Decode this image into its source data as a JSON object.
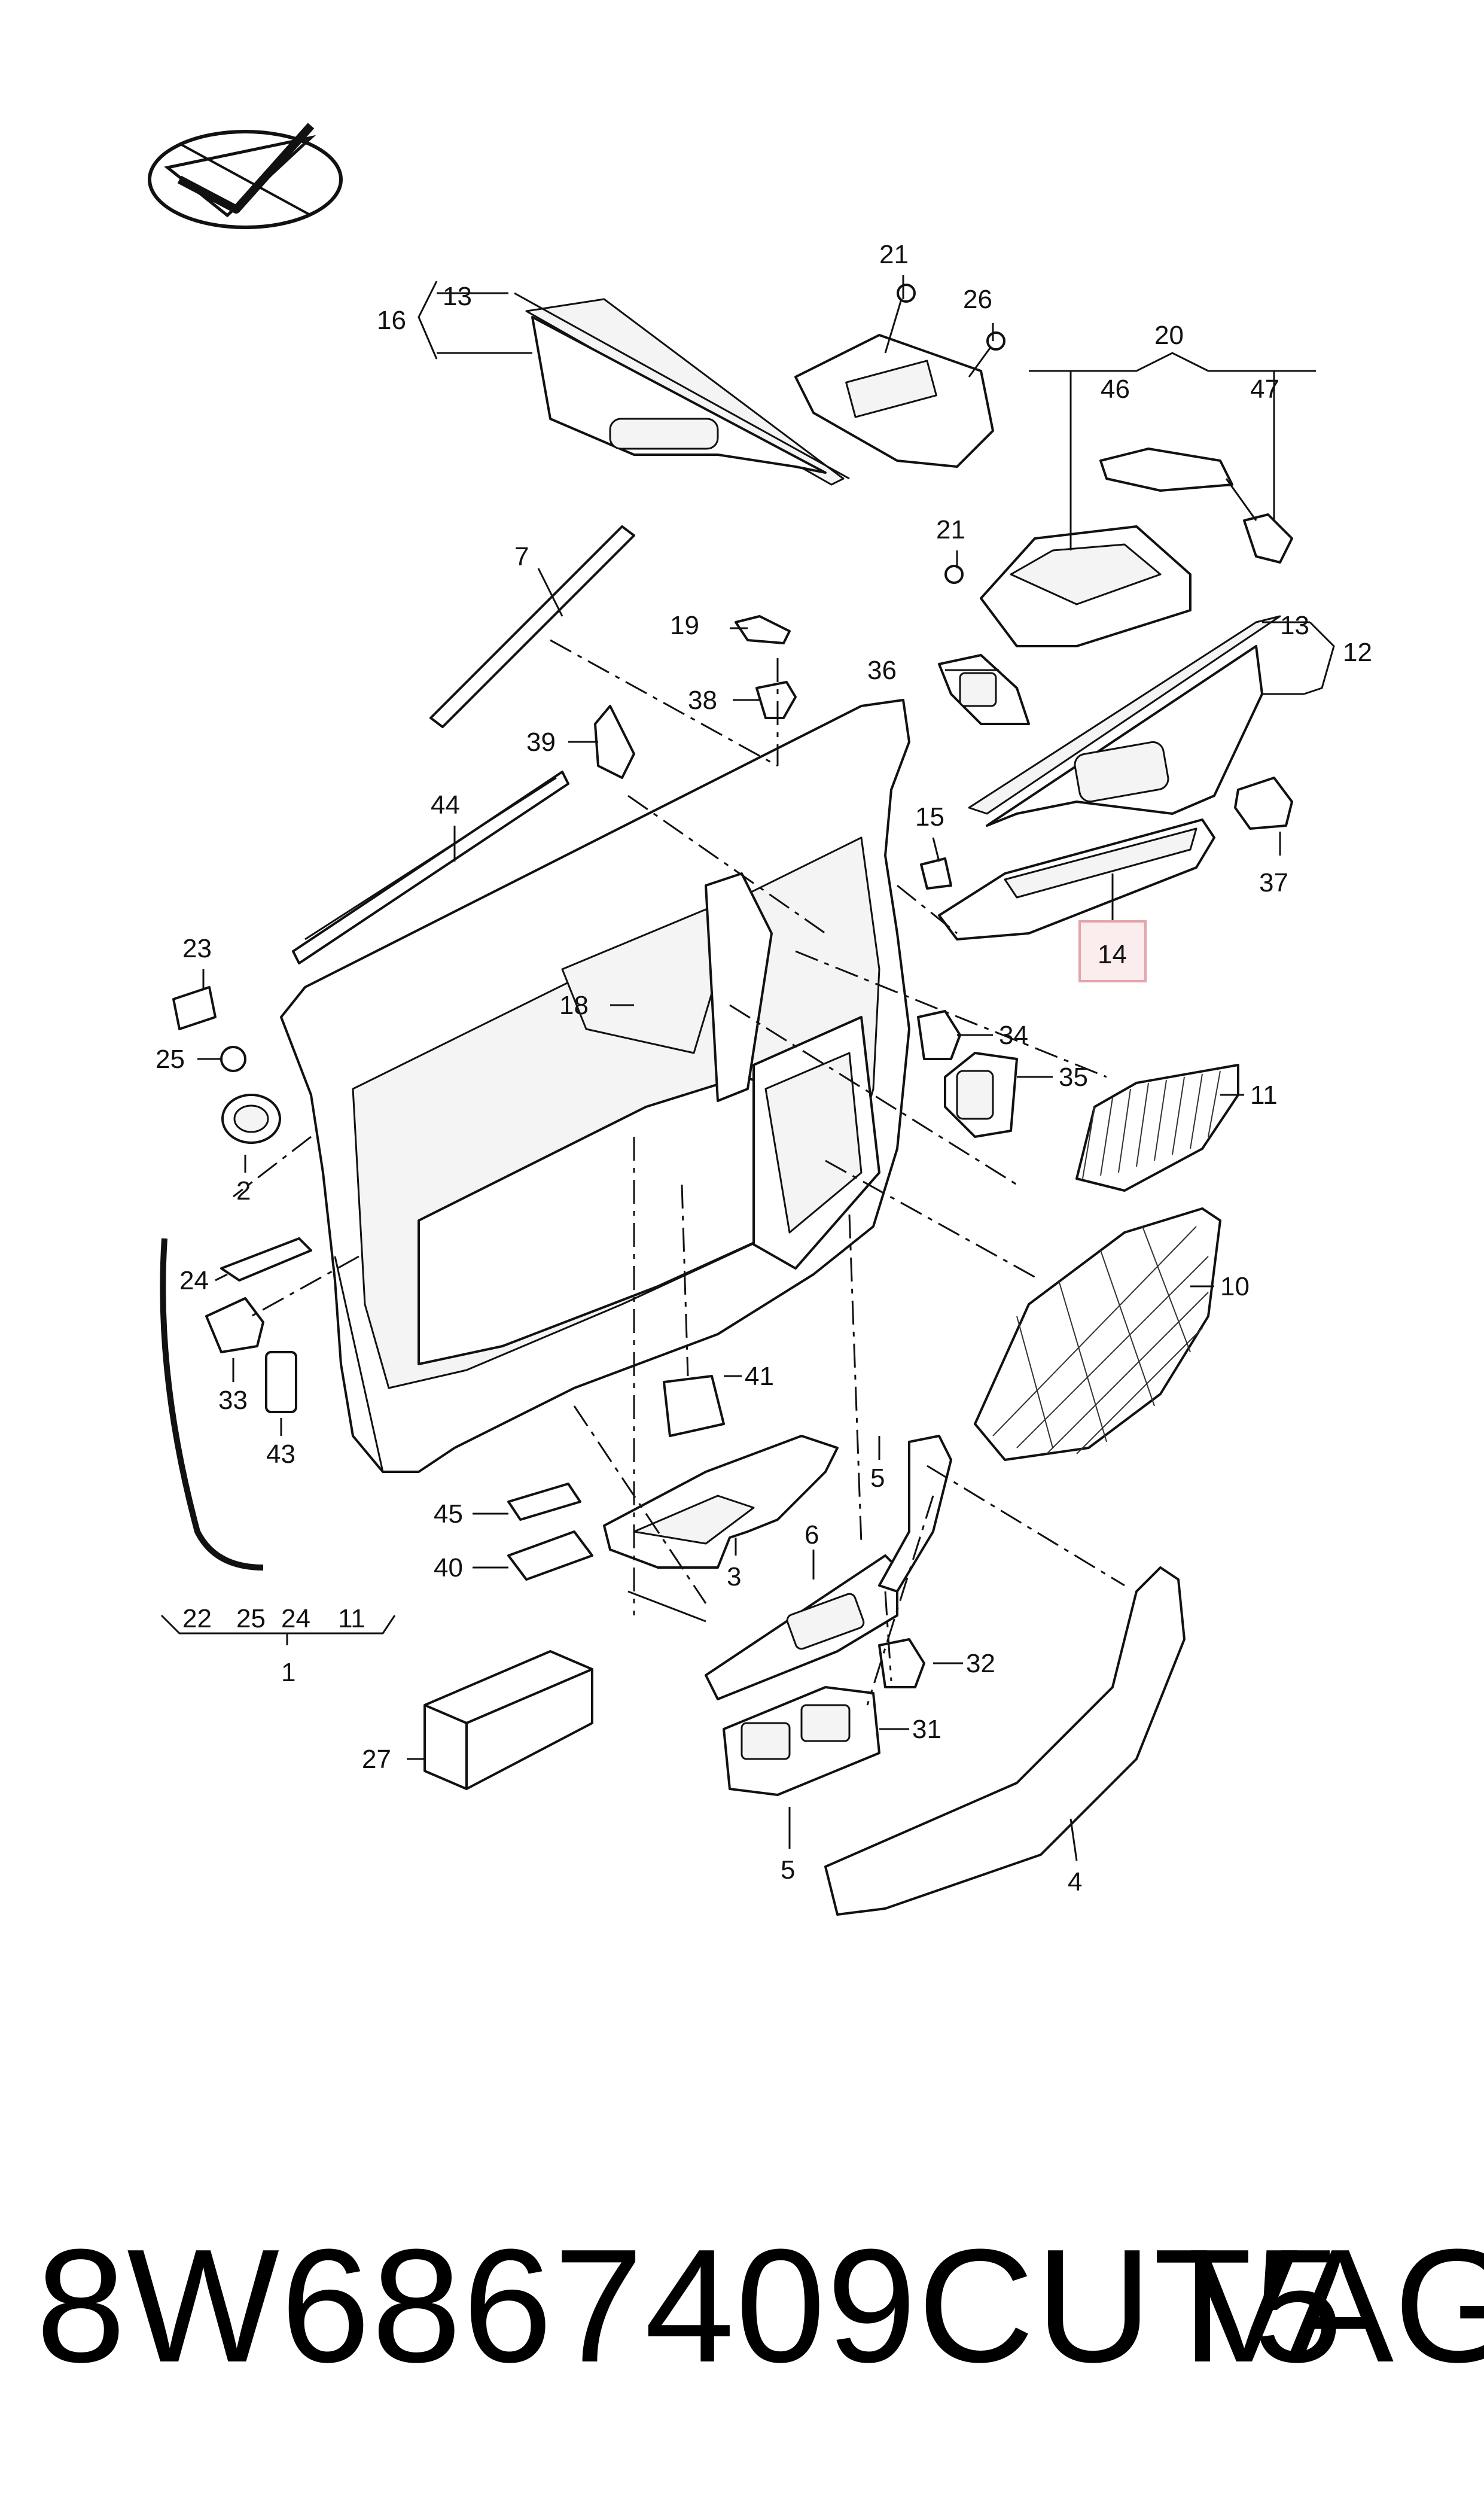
{
  "footer": {
    "part_number": "8W6867409CUT5",
    "brand": "VAG"
  },
  "highlight_color": "#e6a3a8",
  "labels": [
    {
      "id": "16",
      "text": "16"
    },
    {
      "id": "13a",
      "text": "13"
    },
    {
      "id": "21a",
      "text": "21"
    },
    {
      "id": "26",
      "text": "26"
    },
    {
      "id": "20",
      "text": "20"
    },
    {
      "id": "46",
      "text": "46"
    },
    {
      "id": "47",
      "text": "47"
    },
    {
      "id": "21b",
      "text": "21"
    },
    {
      "id": "7",
      "text": "7"
    },
    {
      "id": "19",
      "text": "19"
    },
    {
      "id": "13b",
      "text": "13"
    },
    {
      "id": "12",
      "text": "12"
    },
    {
      "id": "36",
      "text": "36"
    },
    {
      "id": "38",
      "text": "38"
    },
    {
      "id": "39",
      "text": "39"
    },
    {
      "id": "44",
      "text": "44"
    },
    {
      "id": "15",
      "text": "15"
    },
    {
      "id": "37",
      "text": "37"
    },
    {
      "id": "14",
      "text": "14"
    },
    {
      "id": "23",
      "text": "23"
    },
    {
      "id": "18",
      "text": "18"
    },
    {
      "id": "34",
      "text": "34"
    },
    {
      "id": "35",
      "text": "35"
    },
    {
      "id": "25a",
      "text": "25"
    },
    {
      "id": "11a",
      "text": "11"
    },
    {
      "id": "2",
      "text": "2"
    },
    {
      "id": "24a",
      "text": "24"
    },
    {
      "id": "10",
      "text": "10"
    },
    {
      "id": "33",
      "text": "33"
    },
    {
      "id": "41",
      "text": "41"
    },
    {
      "id": "43",
      "text": "43"
    },
    {
      "id": "5a",
      "text": "5"
    },
    {
      "id": "45",
      "text": "45"
    },
    {
      "id": "6",
      "text": "6"
    },
    {
      "id": "40",
      "text": "40"
    },
    {
      "id": "3",
      "text": "3"
    },
    {
      "id": "22",
      "text": "22"
    },
    {
      "id": "25b",
      "text": "25"
    },
    {
      "id": "24b",
      "text": "24"
    },
    {
      "id": "11b",
      "text": "11"
    },
    {
      "id": "1",
      "text": "1"
    },
    {
      "id": "32",
      "text": "32"
    },
    {
      "id": "27",
      "text": "27"
    },
    {
      "id": "31",
      "text": "31"
    },
    {
      "id": "5b",
      "text": "5"
    },
    {
      "id": "4",
      "text": "4"
    }
  ]
}
